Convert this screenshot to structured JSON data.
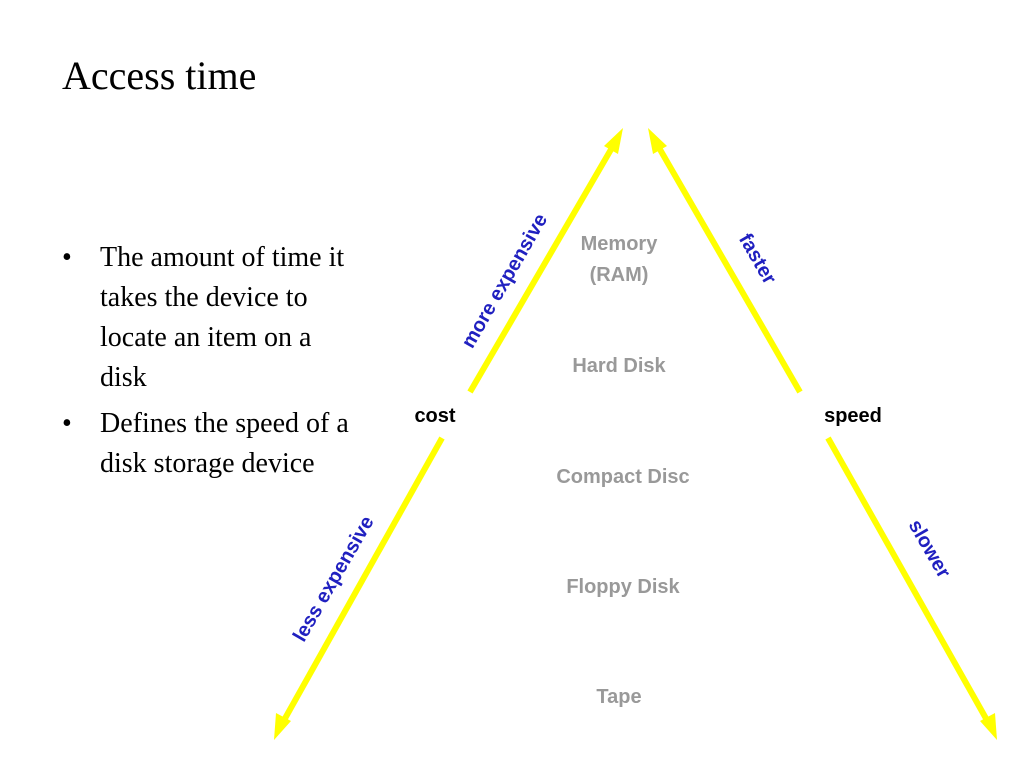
{
  "slide": {
    "title": "Access time",
    "bullets": [
      "The amount of time it takes the device to locate an item on a disk",
      "Defines the speed of a disk storage device"
    ],
    "bullet_glyph": "•"
  },
  "diagram": {
    "left_axis": "cost",
    "right_axis": "speed",
    "left_up": "more expensive",
    "left_down": "less expensive",
    "right_up": "faster",
    "right_down": "slower",
    "tiers": [
      [
        "Memory",
        "(RAM)"
      ],
      [
        "Hard Disk"
      ],
      [
        "Compact Disc"
      ],
      [
        "Floppy Disk"
      ],
      [
        "Tape"
      ]
    ],
    "colors": {
      "arrow": "#ffff00",
      "direction_text": "#2020c0",
      "tier_text": "#999999",
      "axis_text": "#000000"
    }
  }
}
